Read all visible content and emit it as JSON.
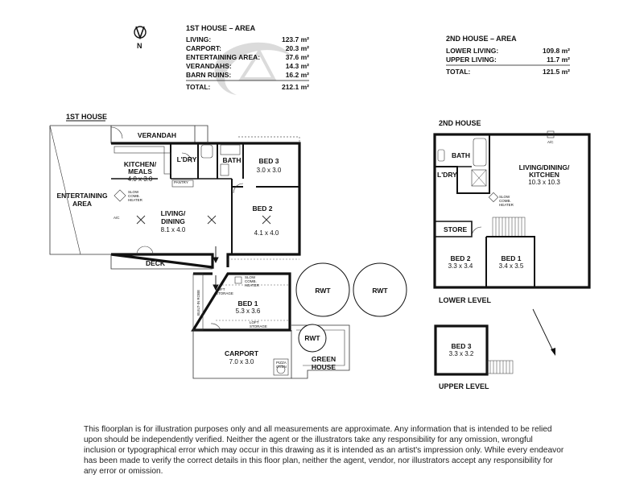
{
  "compass": {
    "label": "N"
  },
  "house1_area": {
    "title": "1ST HOUSE – AREA",
    "rows": [
      {
        "label": "LIVING:",
        "value": "123.7 m²"
      },
      {
        "label": "CARPORT:",
        "value": "20.3 m²"
      },
      {
        "label": "ENTERTAINING AREA:",
        "value": "37.6 m²"
      },
      {
        "label": "VERANDAHS:",
        "value": "14.3 m²"
      },
      {
        "label": "BARN RUINS:",
        "value": "16.2 m²"
      }
    ],
    "total": {
      "label": "TOTAL:",
      "value": "212.1 m²"
    }
  },
  "house2_area": {
    "title": "2ND HOUSE – AREA",
    "rows": [
      {
        "label": "LOWER LIVING:",
        "value": "109.8 m²"
      },
      {
        "label": "UPPER LIVING:",
        "value": "11.7 m²"
      }
    ],
    "total": {
      "label": "TOTAL:",
      "value": "121.5 m²"
    }
  },
  "house1": {
    "heading": "1ST HOUSE",
    "verandah": "VERANDAH",
    "entertaining": {
      "line1": "ENTERTAINING",
      "line2": "AREA"
    },
    "kitchen": {
      "line1": "KITCHEN/",
      "line2": "MEALS",
      "dims": "4.0 x 3.0"
    },
    "laundry": "L'DRY",
    "bath": "BATH",
    "bed3": {
      "name": "BED 3",
      "dims": "3.0 x 3.0"
    },
    "pantry": "PANTRY",
    "heater": {
      "line1": "SLOW",
      "line2": "COMB.",
      "line3": "HEATER"
    },
    "living": {
      "line1": "LIVING/",
      "line2": "DINING",
      "dims": "8.1 x 4.0"
    },
    "ac": "A/C",
    "bed2": {
      "name": "BED 2",
      "dims": "4.1 x 4.0"
    },
    "deck": "DECK",
    "bed1": {
      "name": "BED 1",
      "dims": "5.3 x 3.6"
    },
    "robe": "BUILT-IN ROBE",
    "loft1": {
      "line1": "LOFT",
      "line2": "STORAGE"
    },
    "loft2": {
      "line1": "LOFT",
      "line2": "STORAGE"
    },
    "heater2": {
      "line1": "SLOW",
      "line2": "COMB.",
      "line3": "HEATER"
    },
    "carport": {
      "name": "CARPORT",
      "dims": "7.0 x 3.0"
    },
    "pizza": {
      "line1": "PIZZA",
      "line2": "OVEN"
    },
    "greenhouse": {
      "line1": "GREEN",
      "line2": "HOUSE"
    },
    "rwt": "RWT"
  },
  "house2": {
    "heading": "2ND HOUSE",
    "bath": "BATH",
    "laundry": "L'DRY",
    "living": {
      "line1": "LIVING/DINING/",
      "line2": "KITCHEN",
      "dims": "10.3 x 10.3"
    },
    "ac": "A/C",
    "heater": {
      "line1": "SLOW",
      "line2": "COMB.",
      "line3": "HEATER"
    },
    "store": "STORE",
    "bed2": {
      "name": "BED 2",
      "dims": "3.3 x 3.4"
    },
    "bed1": {
      "name": "BED 1",
      "dims": "3.4 x 3.5"
    },
    "lower_label": "LOWER LEVEL",
    "bed3": {
      "name": "BED 3",
      "dims": "3.3 x 3.2"
    },
    "upper_label": "UPPER LEVEL"
  },
  "disclaimer": "This floorplan is for illustration purposes only and all measurements are approximate. Any information that is intended to be relied upon should be independently verified. Neither the agent or the illustrators take any responsibility for any omission, wrongful inclusion or typographical error which may occur in this drawing as it is intended as an artist's impression only. While every endeavor has been made to verify the correct details in this floor plan, neither the agent, vendor, nor illustrators accept any responsibility for any error or omission."
}
